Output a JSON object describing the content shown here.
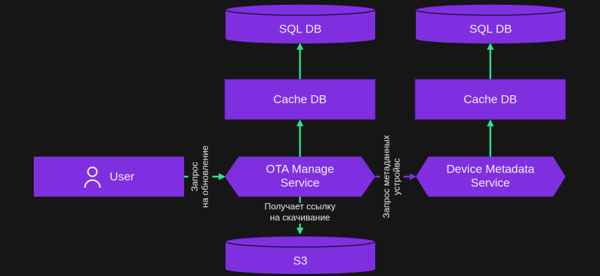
{
  "colors": {
    "background": "#161616",
    "node_fill": "#7f2fe0",
    "node_stroke": "#5a1fa8",
    "cylinder_rim": "#1a1030",
    "arrow_green": "#2de58c",
    "arrow_purple": "#7f2fe0",
    "text": "#f3ecff"
  },
  "nodes": {
    "user": {
      "label": "User",
      "icon": "user-icon"
    },
    "ota_service": {
      "label_line1": "OTA Manage",
      "label_line2": "Service"
    },
    "device_metadata_service": {
      "label_line1": "Device Metadata",
      "label_line2": "Service"
    },
    "cache_db_left": {
      "label": "Cache DB"
    },
    "cache_db_right": {
      "label": "Cache DB"
    },
    "sql_db_left": {
      "label": "SQL DB"
    },
    "sql_db_right": {
      "label": "SQL DB"
    },
    "s3": {
      "label": "S3"
    }
  },
  "edges": {
    "user_to_ota": {
      "line1": "Запрос",
      "line2": "на обновление"
    },
    "ota_to_device": {
      "line1": "Запрос метаданных",
      "line2": "устройвс"
    },
    "ota_to_s3": {
      "line1": "Получает ссылку",
      "line2": "на скачивание"
    }
  }
}
